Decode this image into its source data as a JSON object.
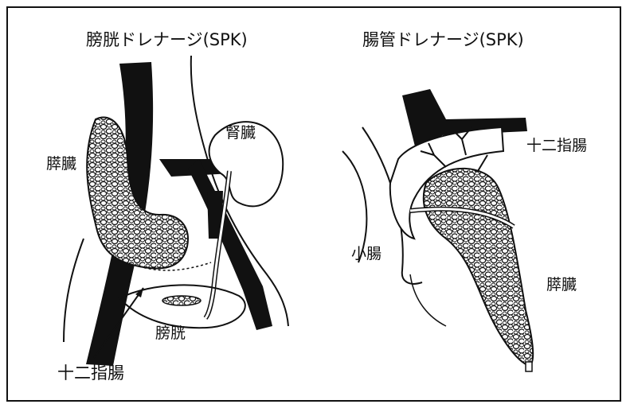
{
  "left_panel": {
    "title": "膀胱ドレナージ(SPK)",
    "labels": {
      "pancreas": "膵臓",
      "kidney": "腎臓",
      "bladder": "膀胱",
      "duodenum": "十二指腸"
    }
  },
  "right_panel": {
    "title": "腸管ドレナージ(SPK)",
    "labels": {
      "duodenum": "十二指腸",
      "small_intestine": "小腸",
      "pancreas": "膵臓"
    }
  }
}
